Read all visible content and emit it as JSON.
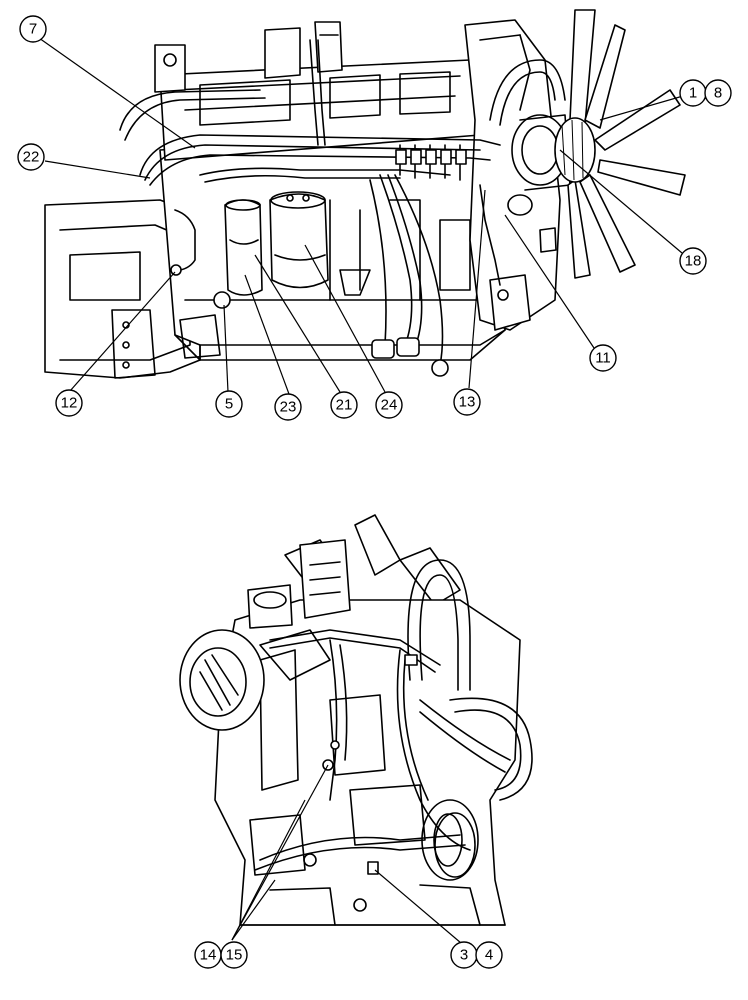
{
  "figure": {
    "top_view": {
      "callouts": [
        {
          "id": "c7",
          "label": "7"
        },
        {
          "id": "c22",
          "label": "22"
        },
        {
          "id": "c1",
          "label": "1"
        },
        {
          "id": "c8",
          "label": "8"
        },
        {
          "id": "c18",
          "label": "18"
        },
        {
          "id": "c11",
          "label": "11"
        },
        {
          "id": "c13",
          "label": "13"
        },
        {
          "id": "c24",
          "label": "24"
        },
        {
          "id": "c21",
          "label": "21"
        },
        {
          "id": "c23",
          "label": "23"
        },
        {
          "id": "c5",
          "label": "5"
        },
        {
          "id": "c12",
          "label": "12"
        }
      ]
    },
    "bottom_view": {
      "callouts": [
        {
          "id": "c14",
          "label": "14"
        },
        {
          "id": "c15",
          "label": "15"
        },
        {
          "id": "c3",
          "label": "3"
        },
        {
          "id": "c4",
          "label": "4"
        }
      ]
    }
  }
}
